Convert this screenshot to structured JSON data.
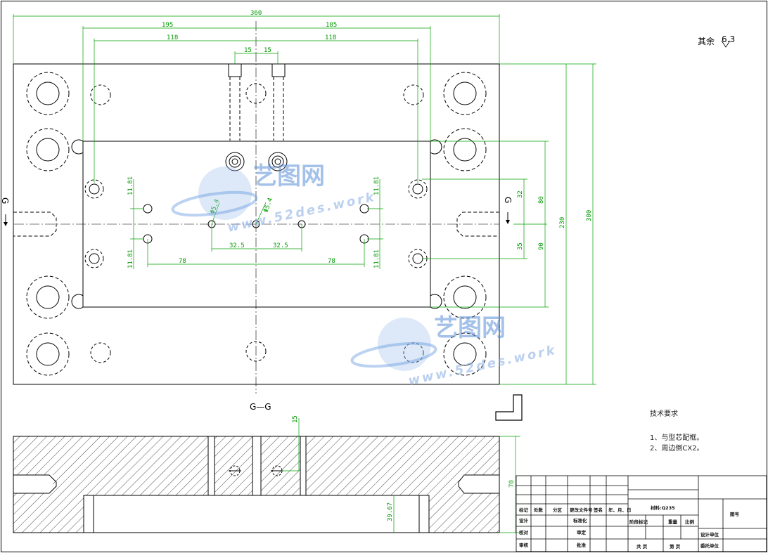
{
  "dimensions": {
    "overall_width": "360",
    "half_left": "195",
    "half_right": "185",
    "inner_left": "118",
    "inner_right": "118",
    "pin_left": "15",
    "pin_right": "15",
    "height_outer": "300",
    "height_inner": "230",
    "right_32": "32",
    "right_80": "80",
    "right_35": "35",
    "right_90": "90",
    "left_11_81_top": "11.81",
    "left_11_81_bottom": "11.81",
    "right_11_81_top": "11.81",
    "right_11_81_bottom": "11.81",
    "hole_dia_left": "Φ5.4",
    "hole_dia_center": "Φ5.4",
    "center_left_32_5": "32.5",
    "center_right_32_5": "32.5",
    "bottom_left_78": "78",
    "bottom_right_78": "78",
    "section_depth": "15",
    "section_height": "70",
    "section_low": "39.67"
  },
  "labels": {
    "surface_note": "其余",
    "roughness": "6.3",
    "section_marker": "G",
    "section_title": "G—G"
  },
  "notes": {
    "title": "技术要求",
    "line1": "1、与型芯配框。",
    "line2": "2、周边倒CX2。"
  },
  "title_block": {
    "r1c1": "标记",
    "r1c2": "处数",
    "r1c3": "分区",
    "r1c4": "更改文件号",
    "r1c5": "签名",
    "r1c6": "年、月、日",
    "r2c1": "设计",
    "r2c4": "标准化",
    "r3c1": "校对",
    "r3c4": "审定",
    "r4c1": "审核",
    "r4c4": "批准",
    "material": "材料:Q235",
    "stage_mark": "阶段标记",
    "weight": "重量",
    "scale": "比例",
    "sheets_total": "共 页",
    "sheet_no": "第 页",
    "drawing_no": "图号",
    "design_unit": "设计单位",
    "client_unit": "委托单位"
  },
  "watermark": {
    "brand": "艺图网",
    "url": "www.52des.work"
  }
}
